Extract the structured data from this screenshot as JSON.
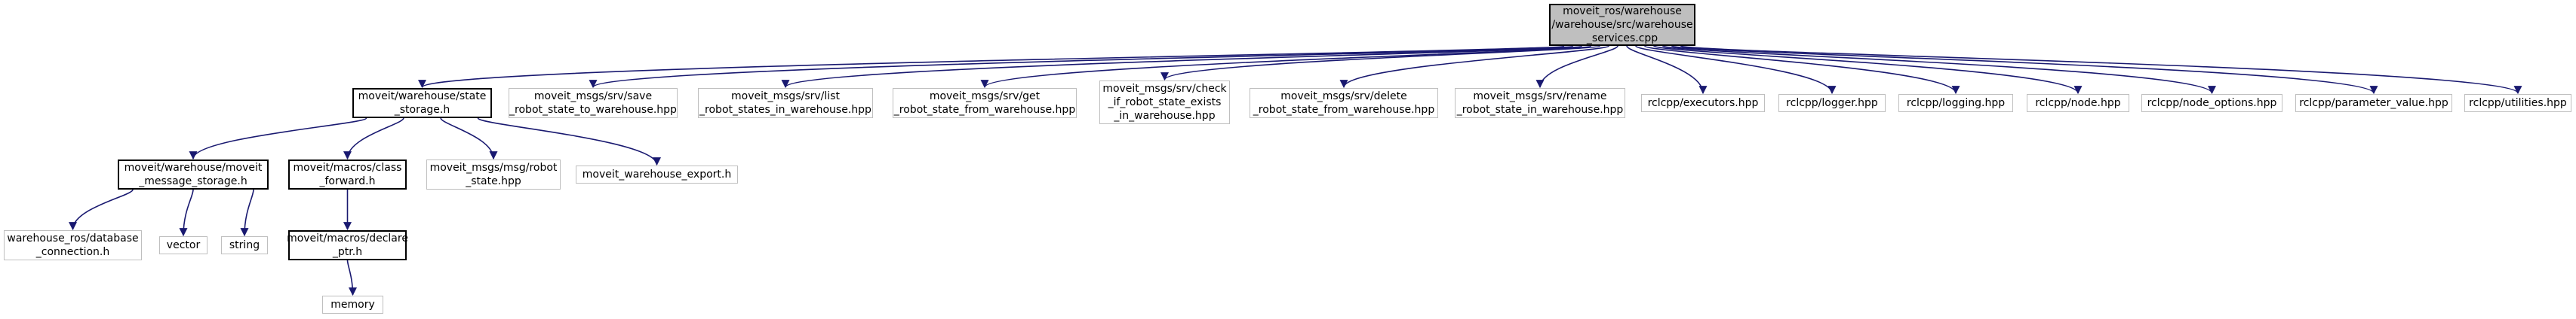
{
  "colors": {
    "edge": "#191970",
    "root_fill": "#bfbfbf",
    "node_border": "#000000",
    "ext_border": "#bfbfbf"
  },
  "nodes": {
    "root": {
      "label": "moveit_ros/warehouse\n/warehouse/src/warehouse\n_services.cpp"
    },
    "state_storage": {
      "label": "moveit/warehouse/state\n_storage.h"
    },
    "save_srv": {
      "label": "moveit_msgs/srv/save\n_robot_state_to_warehouse.hpp"
    },
    "list_srv": {
      "label": "moveit_msgs/srv/list\n_robot_states_in_warehouse.hpp"
    },
    "get_srv": {
      "label": "moveit_msgs/srv/get\n_robot_state_from_warehouse.hpp"
    },
    "check_srv": {
      "label": "moveit_msgs/srv/check\n_if_robot_state_exists\n_in_warehouse.hpp"
    },
    "delete_srv": {
      "label": "moveit_msgs/srv/delete\n_robot_state_from_warehouse.hpp"
    },
    "rename_srv": {
      "label": "moveit_msgs/srv/rename\n_robot_state_in_warehouse.hpp"
    },
    "executors": {
      "label": "rclcpp/executors.hpp"
    },
    "logger": {
      "label": "rclcpp/logger.hpp"
    },
    "logging": {
      "label": "rclcpp/logging.hpp"
    },
    "node": {
      "label": "rclcpp/node.hpp"
    },
    "node_options": {
      "label": "rclcpp/node_options.hpp"
    },
    "parameter_value": {
      "label": "rclcpp/parameter_value.hpp"
    },
    "utilities": {
      "label": "rclcpp/utilities.hpp"
    },
    "message_storage": {
      "label": "moveit/warehouse/moveit\n_message_storage.h"
    },
    "class_forward": {
      "label": "moveit/macros/class\n_forward.h"
    },
    "robot_state_msg": {
      "label": "moveit_msgs/msg/robot\n_state.hpp"
    },
    "warehouse_export": {
      "label": "moveit_warehouse_export.h"
    },
    "db_connection": {
      "label": "warehouse_ros/database\n_connection.h"
    },
    "vector": {
      "label": "vector"
    },
    "string": {
      "label": "string"
    },
    "declare_ptr": {
      "label": "moveit/macros/declare\n_ptr.h"
    },
    "memory": {
      "label": "memory"
    }
  },
  "edges": [
    [
      "root",
      "state_storage"
    ],
    [
      "root",
      "save_srv"
    ],
    [
      "root",
      "list_srv"
    ],
    [
      "root",
      "get_srv"
    ],
    [
      "root",
      "check_srv"
    ],
    [
      "root",
      "delete_srv"
    ],
    [
      "root",
      "rename_srv"
    ],
    [
      "root",
      "executors"
    ],
    [
      "root",
      "logger"
    ],
    [
      "root",
      "logging"
    ],
    [
      "root",
      "node"
    ],
    [
      "root",
      "node_options"
    ],
    [
      "root",
      "parameter_value"
    ],
    [
      "root",
      "utilities"
    ],
    [
      "state_storage",
      "message_storage"
    ],
    [
      "state_storage",
      "class_forward"
    ],
    [
      "state_storage",
      "robot_state_msg"
    ],
    [
      "state_storage",
      "warehouse_export"
    ],
    [
      "message_storage",
      "db_connection"
    ],
    [
      "message_storage",
      "vector"
    ],
    [
      "message_storage",
      "string"
    ],
    [
      "class_forward",
      "declare_ptr"
    ],
    [
      "declare_ptr",
      "memory"
    ]
  ]
}
